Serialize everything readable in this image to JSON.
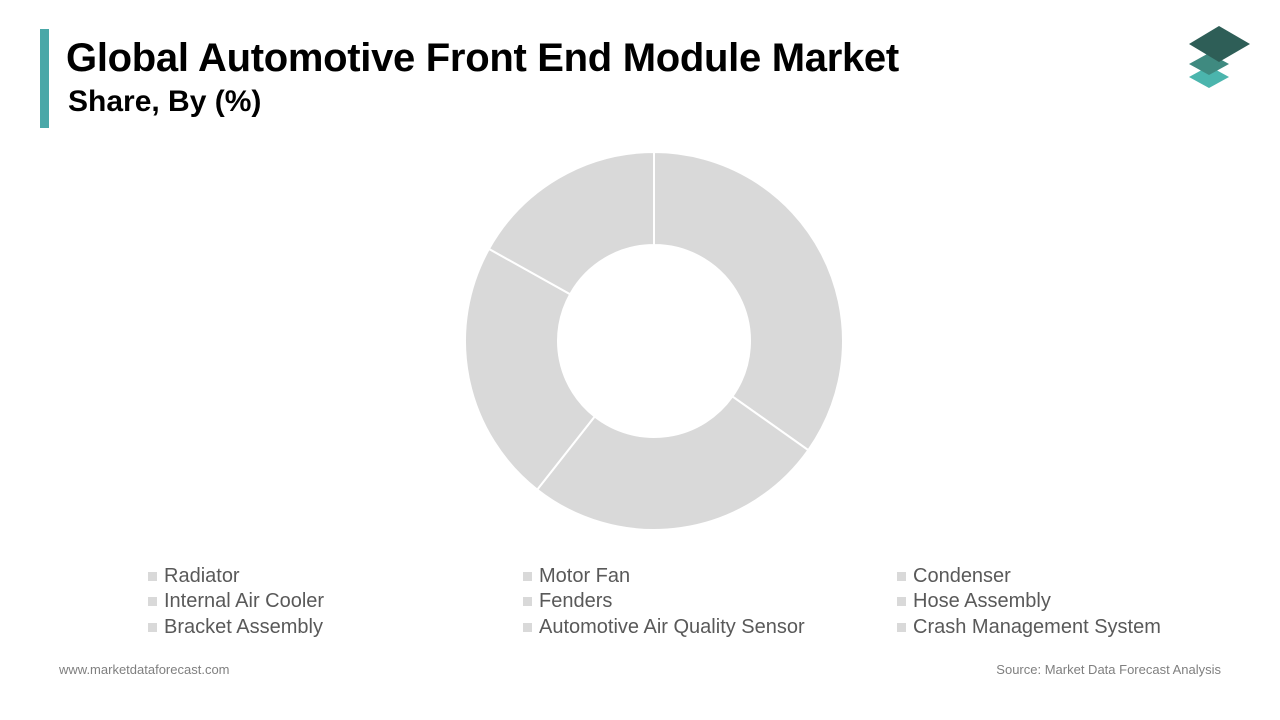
{
  "header": {
    "title": "Global Automotive Front End Module Market",
    "subtitle": "Share, By  (%)"
  },
  "colors": {
    "accent": "#4aa8a8",
    "slice": "#d9d9d9",
    "slice_border": "#ffffff",
    "legend_swatch": "#d9d9d9",
    "logo_dark": "#2e5e57",
    "logo_mid": "#3f8a80",
    "logo_light": "#4bb5ad"
  },
  "logo": {
    "icon": "stacked-layers-icon"
  },
  "chart_data": {
    "type": "pie",
    "style": "donut",
    "categories": [
      "Radiator",
      "Motor Fan",
      "Condenser",
      "Internal Air Cooler"
    ],
    "values": [
      34.8,
      25.8,
      22.5,
      16.9
    ],
    "start_angle_deg": 0,
    "direction": "clockwise",
    "legend_position": "bottom",
    "legend": [
      "Radiator",
      "Motor Fan",
      "Condenser",
      "Internal Air Cooler",
      "Fenders",
      "Hose Assembly",
      "Bracket Assembly",
      "Automotive Air Quality Sensor",
      "Crash Management System"
    ]
  },
  "footer": {
    "website": "www.marketdataforecast.com",
    "source": "Source: Market Data Forecast Analysis"
  }
}
